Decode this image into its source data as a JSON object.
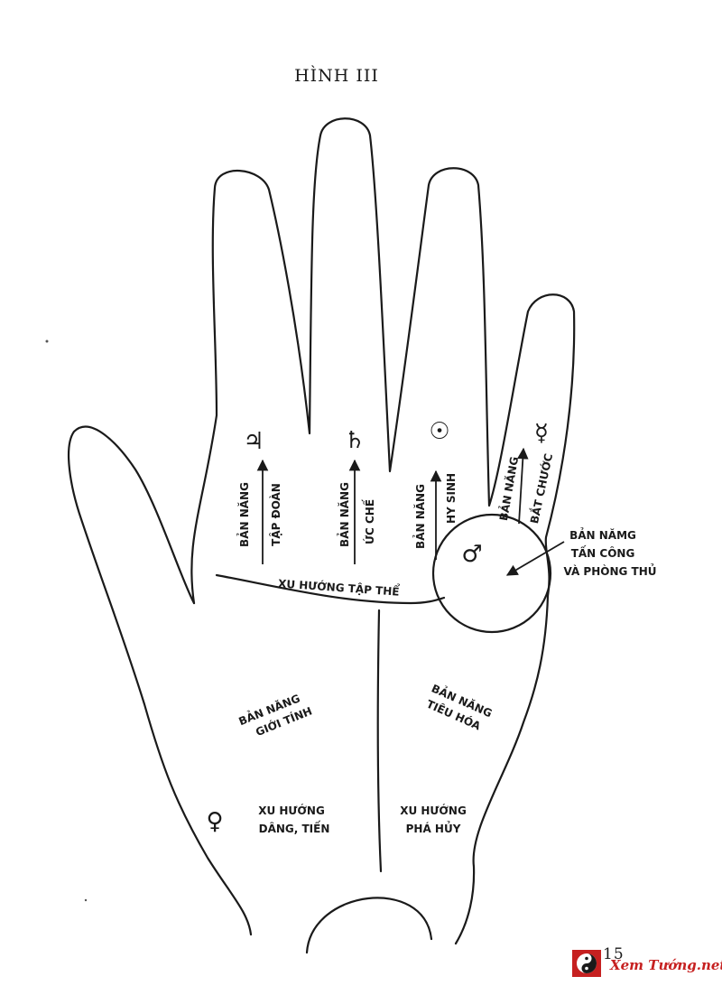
{
  "figure": {
    "title": "HÌNH III",
    "page_number": "15"
  },
  "symbols": {
    "jupiter": "♃",
    "saturn": "♄",
    "sun": "☉",
    "mercury": "☿",
    "mars": "♂",
    "venus": "♀"
  },
  "labels": {
    "jupiter_instinct_a": "BẢN NĂNG",
    "jupiter_instinct_b": "TẬP ĐOÀN",
    "saturn_instinct_a": "BẢN NĂNG",
    "saturn_instinct_b": "ỨC CHẾ",
    "sun_instinct_a": "BẢN NĂNG",
    "sun_instinct_b": "HY SINH",
    "mercury_instinct_a": "BẢN NĂNG",
    "mercury_instinct_b": "BẮT CHƯỚC",
    "collective_tendency": "XU HƯỚNG TẬP THỂ",
    "attack_defense_1": "BẢN NĂMG",
    "attack_defense_2": "TẤN CÔNG",
    "attack_defense_3": "VÀ PHÒNG THỦ",
    "sex_instinct_1": "BẢN NĂNG",
    "sex_instinct_2": "GIỚI TÍNH",
    "digest_instinct_1": "BẢN NĂNG",
    "digest_instinct_2": "TIÊU HÓA",
    "devotion_tendency_1": "XU HƯỚNG",
    "devotion_tendency_2": "DÂNG, TIẾN",
    "destroy_tendency_1": "XU HƯỚNG",
    "destroy_tendency_2": "PHÁ HỦY"
  },
  "watermark": {
    "text": "Xem Tướng.net",
    "icon": "yin-yang-icon"
  },
  "colors": {
    "ink": "#1a1a1a",
    "paper": "#ffffff",
    "watermark_red": "#c62020"
  }
}
